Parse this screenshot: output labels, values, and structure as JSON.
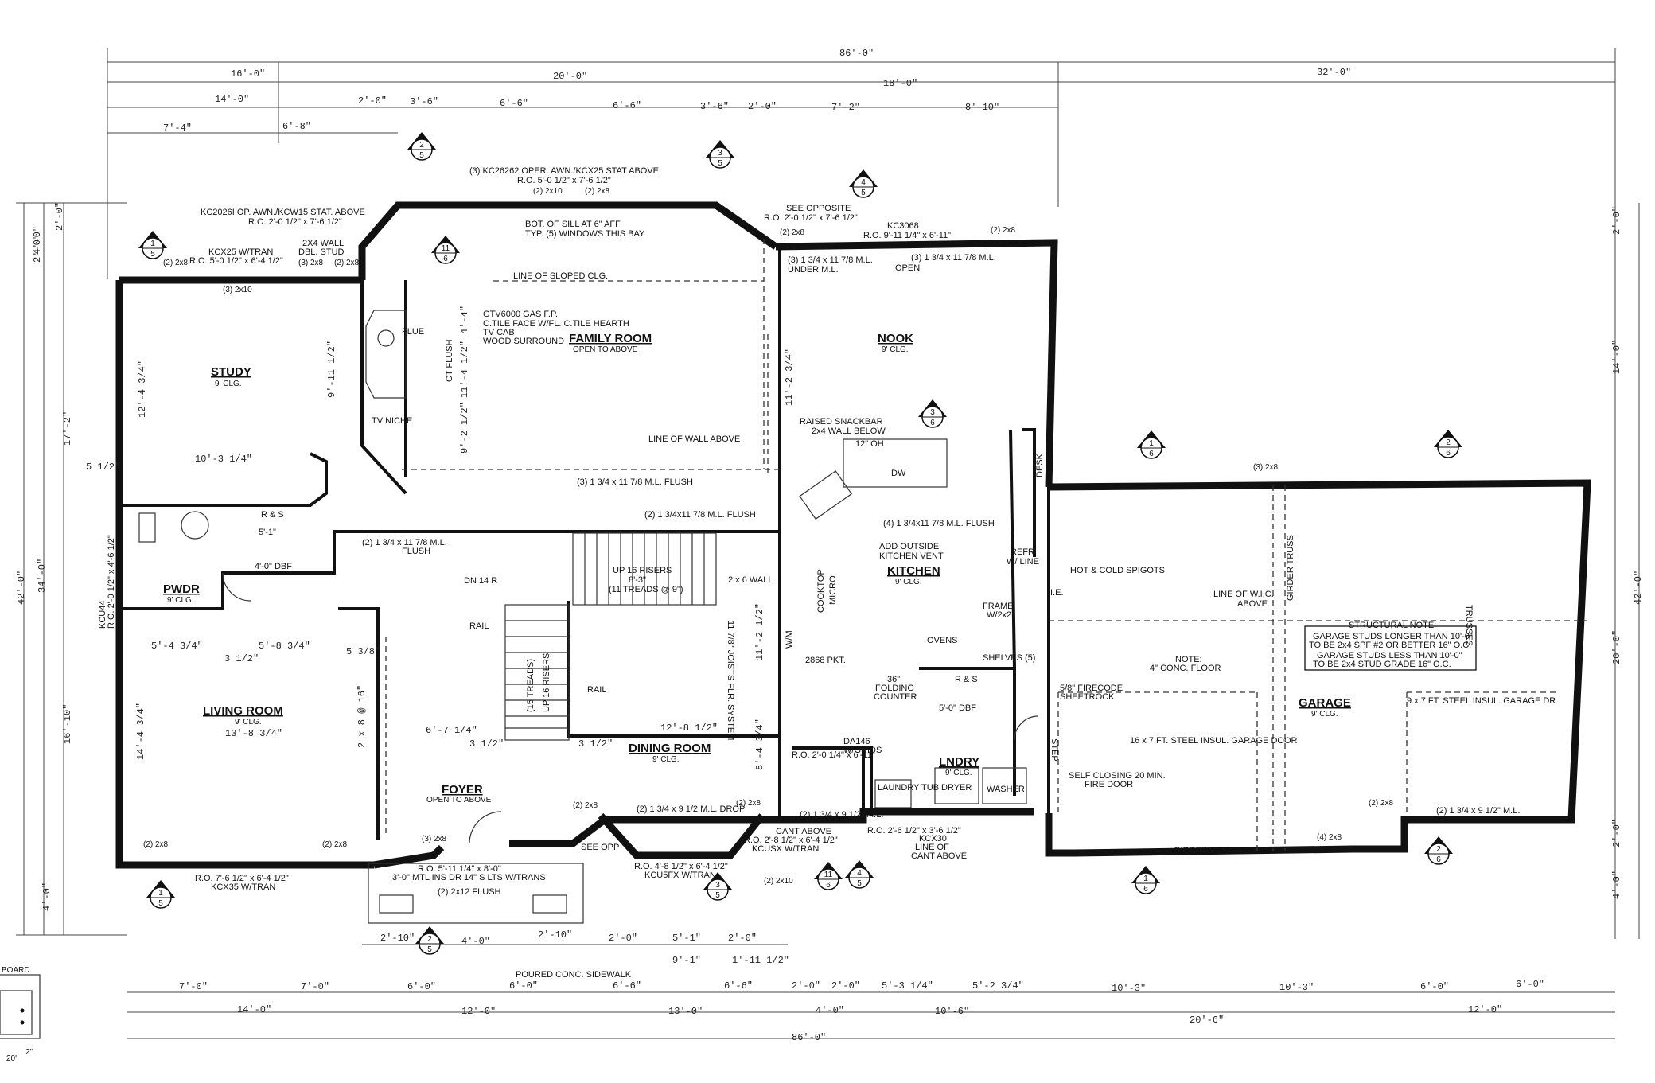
{
  "overall_dims": {
    "top_overall": "86'-0\"",
    "bottom_overall": "86'-0\"",
    "right_overall": "42'-0\"",
    "left_overall": "42'-0\"",
    "left_inner": "34'-0\""
  },
  "top_dims_row1": [
    "16'-0\"",
    "20'-0\"",
    "18'-0\"",
    "32'-0\""
  ],
  "top_dims_row2": [
    "14'-0\"",
    "2'-0\"",
    "3'-6\"",
    "6'-6\"",
    "6'-6\"",
    "3'-6\"",
    "2'-0\"",
    "7'-2\"",
    "8'-10\""
  ],
  "top_dims_row3": [
    "7'-4\"",
    "6'-8\""
  ],
  "bottom_dims_row1": [
    "2'-10\"",
    "4'-0\"",
    "2'-10\"",
    "2'-0\"",
    "5'-1\"",
    "2'-0\"",
    "9'-1\"",
    "1'-11 1/2\""
  ],
  "bottom_dims_row2": [
    "7'-0\"",
    "7'-0\"",
    "6'-0\"",
    "6'-0\"",
    "6'-6\"",
    "6'-6\"",
    "2'-0\"",
    "2'-0\"",
    "5'-3 1/4\"",
    "5'-2 3/4\"",
    "10'-3\"",
    "10'-3\"",
    "6'-0\"",
    "6'-0\""
  ],
  "bottom_dims_row3": [
    "14'-0\"",
    "12'-0\"",
    "13'-0\"",
    "4'-0\"",
    "10'-6\"",
    "20'-6\"",
    "12'-0\""
  ],
  "right_dims": [
    "2'-0\"",
    "14'-0\"",
    "20'-0\"",
    "2'-0\"",
    "4'-0\""
  ],
  "left_dims": [
    "4'-0\"",
    "2'-0\"",
    "2'-0\"",
    "17'-2\"",
    "16'-10\"",
    "4'-0\""
  ],
  "rooms": {
    "study": {
      "name": "STUDY",
      "clg": "9' CLG."
    },
    "family": {
      "name": "FAMILY ROOM",
      "clg": "OPEN TO ABOVE"
    },
    "nook": {
      "name": "NOOK",
      "clg": "9' CLG."
    },
    "pwdr": {
      "name": "PWDR",
      "clg": "9' CLG."
    },
    "living": {
      "name": "LIVING ROOM",
      "clg": "9' CLG."
    },
    "kitchen": {
      "name": "KITCHEN",
      "clg": "9' CLG."
    },
    "dining": {
      "name": "DINING ROOM",
      "clg": "9' CLG."
    },
    "foyer": {
      "name": "FOYER",
      "clg": "OPEN TO ABOVE"
    },
    "laundry": {
      "name": "LNDRY",
      "clg": "9' CLG."
    },
    "garage": {
      "name": "GARAGE",
      "clg": "9' CLG."
    }
  },
  "notes": {
    "bay_window": "(3) KC26262 OPER. AWN./KCX25 STAT ABOVE",
    "bay_ro": "R.O. 5'-0 1/2\" x 7'-6 1/2\"",
    "sill": "BOT. OF SILL AT 6\" AFF",
    "sill2": "TYP. (5) WINDOWS THIS BAY",
    "see_opposite": "SEE OPPOSITE",
    "see_opposite_ro": "R.O. 2'-0 1/2\" x 7'-6 1/2\"",
    "kc3068": "KC3068",
    "kc3068_ro": "R.O. 9'-11 1/4\" x 6'-11\"",
    "kc2026": "KC2026I OP. AWN./KCW15 STAT. ABOVE",
    "kc2026_ro": "R.O. 2'-0 1/2\" x 7'-6 1/2\"",
    "kcx25": "KCX25 W/TRAN",
    "kcx25_ro": "R.O. 5'-0 1/2\" x 6'-4 1/2\"",
    "wall_stud": "2X4 WALL",
    "wall_stud2": "DBL. STUD",
    "sloped": "LINE OF SLOPED CLG.",
    "fireplace1": "GTV6000 GAS F.P.",
    "fireplace2": "C.TILE FACE W/FL. C.TILE HEARTH",
    "fireplace3": "TV CAB",
    "fireplace4": "WOOD SURROUND",
    "flue": "FLUE",
    "ct_flush": "CT FLUSH",
    "tv_niche": "TV NICHE",
    "wall_above": "LINE OF WALL ABOVE",
    "ml_under": "(3) 1 3/4 x 11 7/8 M.L.",
    "ml_under2": "UNDER M.L.",
    "ml_open": "(3) 1 3/4 x 11 7/8 M.L.",
    "open": "OPEN",
    "snackbar1": "RAISED SNACKBAR",
    "snackbar2": "2x4 WALL BELOW",
    "oh": "12\" OH",
    "dw": "DW",
    "desk": "DESK",
    "flush1": "(3) 1 3/4 x 11 7/8 M.L. FLUSH",
    "flush2": "(2) 1 3/4x11 7/8 M.L. FLUSH",
    "flush3": "(4) 1 3/4x11 7/8 M.L. FLUSH",
    "flush4": "(2) 1 3/4 x 11 7/8 M.L.",
    "flush4b": "FLUSH",
    "vent1": "ADD OUTSIDE",
    "vent2": "KITCHEN VENT",
    "refr1": "REFR",
    "refr2": "W/ LINE",
    "spigots": "HOT & COLD SPIGOTS",
    "wic1": "LINE OF W.I.C.",
    "wic2": "ABOVE",
    "girder_truss": "GIRDER TRUSS",
    "trusses": "TRUSSES",
    "structural_title": "STRUCTURAL NOTE:",
    "structural_1": "GARAGE STUDS LONGER THAN 10'-0\"",
    "structural_2": "TO BE 2x4 SPF #2 OR BETTER 16\" O.C.",
    "structural_3": "GARAGE STUDS LESS THAN 10'-0\"",
    "structural_4": "TO BE 2x4 STUD GRADE 16\" O.C.",
    "r_s": "R & S",
    "dbf": "4'-0\" DBF",
    "width_51": "5'-1\"",
    "risers1": "UP 16 RISERS",
    "risers2": "8'-3\"",
    "risers3": "(11 TREADS @ 9\")",
    "wall_2x6": "2 x 6 WALL",
    "joists": "11 7/8\" JOISTS FLR. SYSTEM",
    "treads": "(15 TREADS)",
    "risers_16": "UP 16 RISERS",
    "rail": "RAIL",
    "rail2": "RAIL",
    "dn": "DN 14 R",
    "cooktop1": "COOKTOP",
    "cooktop2": "MICRO",
    "ovens": "OVENS",
    "frame1": "FRAME",
    "frame2": "W/2x2",
    "shelves": "SHELVES (5)",
    "folding1": "36\"",
    "folding2": "FOLDING",
    "folding3": "COUNTER",
    "pkt": "2868 PKT.",
    "firecode1": "5/8\" FIRECODE",
    "firecode2": "SHEETROCK",
    "conc1": "NOTE:",
    "conc2": "4\" CONC. FLOOR",
    "garage_door1": "9 x 7 FT. STEEL INSUL. GARAGE DR",
    "garage_door2": "16 x 7 FT. STEEL INSUL. GARAGE DOOR",
    "self_closing1": "SELF CLOSING 20 MIN.",
    "self_closing2": "FIRE DOOR",
    "step": "STEP",
    "rs2": "R & S",
    "dbf2": "5'-0\" DBF",
    "tub": "LAUNDRY TUB",
    "dryer": "DRYER",
    "washer": "WASHER",
    "da146a": "DA146",
    "da146b": "W/GRIDS",
    "ro_2_0": "R.O. 2'-0 1/4\" x 6'-11\"",
    "cant_above1": "CANT ABOVE",
    "cant_above2": "R.O. 2'-8 1/2\" x 6'-4 1/2\"",
    "cant_above3": "KCUSX W/TRAN",
    "kcx30": "KCX30",
    "ro_kcx30": "R.O. 2'-6 1/2\" x 3'-6 1/2\"",
    "cant_line1": "LINE OF",
    "cant_line2": "CANT ABOVE",
    "drop1": "(2) 1 3/4 x 9 1/2 M.L. DROP",
    "drop2": "(2) 1 3/4 x 9 1/2\" M.L.",
    "drop3": "(2) 1 3/4 x 9 1/2\" M.L.",
    "ro_dining": "R.O. 4'-8 1/2\" x 6'-4 1/2\"",
    "kcu5fx": "KCU5FX W/TRAN",
    "see_opp2": "SEE OPP",
    "girder_tm": "GIRDER TRUSS BY T.M.",
    "ro_living": "R.O. 7'-6 1/2\" x 6'-4 1/2\"",
    "kcx35": "KCX35 W/TRAN",
    "ro_door": "R.O. 5'-11 1/4\" x 8'-0\"",
    "door_desc": "3'-0\" MTL INS DR 14\" S LTS W/TRANS",
    "flush_2x12": "(2) 2x12 FLUSH",
    "sidewalk": "POURED CONC. SIDEWALK",
    "kcu44": "KCU44",
    "kcu44_ro": "R.O. 2'-0 1/2\" x 4'-6 1/2\"",
    "wm": "W/M",
    "ie": "I.E."
  },
  "room_dims": {
    "study_w": "10'-3 1/4\"",
    "study_h": "12'-4 3/4\"",
    "study_h2": "9'-11 1/2\"",
    "living_w1": "5'-4 3/4\"",
    "living_w2": "5'-8 3/4\"",
    "living_w": "13'-8 3/4\"",
    "living_h": "14'-4 3/4\"",
    "foyer_w": "6'-7 1/4\"",
    "dining_w": "12'-8 1/2\"",
    "dining_h": "8'-4 3/4\"",
    "dining_h2": "11'-2 1/2\"",
    "d_5_12": "5 1/2\"",
    "d_3_12": "3 1/2\"",
    "d_3_12b": "3 1/2\"",
    "d_3_12c": "3 1/2\"",
    "d_5_38": "5 3/8\"",
    "fam_h1": "9'-2 1/2\"",
    "fam_h2": "11'-4 1/2\"",
    "fam_h3": "4'-4\"",
    "nook_h": "11'-2 3/4\"",
    "sheet_a": "2 x 8 @ 16\""
  },
  "bubbles": [
    {
      "top": "2",
      "bottom": "5"
    },
    {
      "top": "3",
      "bottom": "5"
    },
    {
      "top": "4",
      "bottom": "5"
    },
    {
      "top": "1",
      "bottom": "5"
    },
    {
      "top": "11",
      "bottom": "6"
    },
    {
      "top": "3",
      "bottom": "6"
    },
    {
      "top": "1",
      "bottom": "6"
    },
    {
      "top": "2",
      "bottom": "6"
    },
    {
      "top": "1",
      "bottom": "5"
    },
    {
      "top": "2",
      "bottom": "5"
    },
    {
      "top": "3",
      "bottom": "5"
    },
    {
      "top": "11",
      "bottom": "6"
    },
    {
      "top": "4",
      "bottom": "5"
    },
    {
      "top": "1",
      "bottom": "6"
    },
    {
      "top": "2",
      "bottom": "6"
    }
  ],
  "window_tags": [
    "(3) 2x10",
    "(2) 2x8",
    "(3) 2x8",
    "(2) 2x8",
    "(2) 2x10",
    "(2) 2x8",
    "(2) 2x8",
    "(2) 2x8",
    "(3) 2x8",
    "(2) 2x8",
    "(2) 2x8",
    "(3) 2x8",
    "(2) 2x8",
    "(2) 2x8",
    "(2) 2x10",
    "(2) 2x8",
    "(4) 2x8"
  ],
  "board_label": "BOARD",
  "corner_dims": [
    "20'",
    "2\""
  ]
}
